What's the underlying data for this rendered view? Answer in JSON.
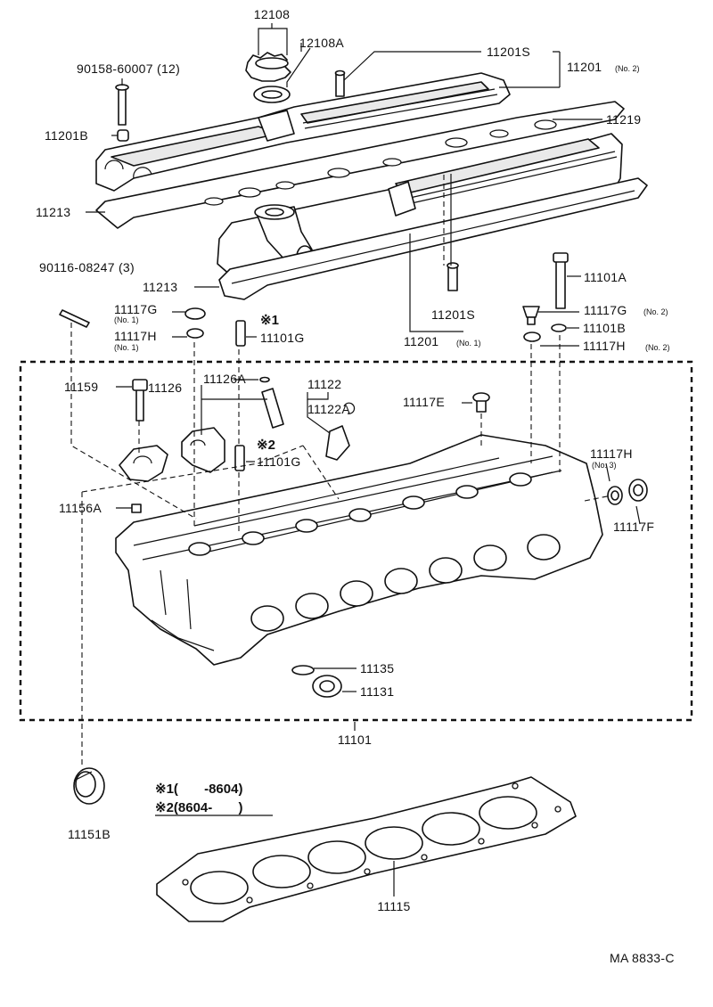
{
  "diagram": {
    "labels": {
      "p12108": "12108",
      "p12108A": "12108A",
      "p90158": "90158-60007 (12)",
      "p11201S_top": "11201S",
      "p11201_no2": "11201",
      "p11201_no2_sub": "(No. 2)",
      "p11219": "11219",
      "p11201B": "11201B",
      "p11213_a": "11213",
      "p11213_b": "11213",
      "p90116": "90116-08247 (3)",
      "p11101A": "11101A",
      "p11117G_no1": "11117G",
      "p11117G_no1_sub": "(No. 1)",
      "p11117H_no1": "11117H",
      "p11117H_no1_sub": "(No. 1)",
      "p11101G_top": "11101G",
      "note1_mark": "※1",
      "p11201S_mid": "11201S",
      "p11201_no1": "11201",
      "p11201_no1_sub": "(No. 1)",
      "p11117G_no2": "11117G",
      "p11117G_no2_sub": "(No. 2)",
      "p11101B": "11101B",
      "p11117H_no2": "11117H",
      "p11117H_no2_sub": "(No. 2)",
      "p11159": "11159",
      "p11126": "11126",
      "p11126A": "11126A",
      "p11122": "11122",
      "p11122A": "11122A",
      "p11117E": "11117E",
      "note2_mark": "※2",
      "p11101G_mid": "11101G",
      "p11117H_no3": "11117H",
      "p11117H_no3_sub": "(No. 3)",
      "p11117F": "11117F",
      "p11156A": "11156A",
      "p11135": "11135",
      "p11131": "11131",
      "p11101": "11101",
      "p11151B": "11151B",
      "p11115": "11115"
    },
    "notes": {
      "note1": "※1(       -8604)",
      "note2": "※2(8604-       )"
    },
    "footer": "MA  8833-C"
  }
}
